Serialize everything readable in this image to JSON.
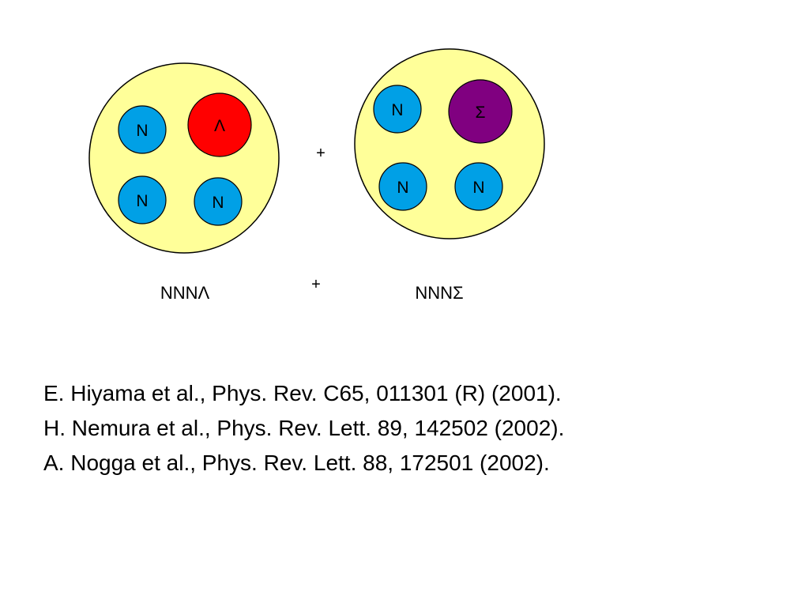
{
  "colors": {
    "background": "#ffffff",
    "cluster_fill": "#ffff99",
    "nucleon_fill": "#00a0e6",
    "lambda_fill": "#ff0000",
    "sigma_fill": "#800080",
    "stroke": "#000000"
  },
  "diagram": {
    "clusters": [
      {
        "particles": [
          {
            "symbol": "N",
            "type": "nucleon"
          },
          {
            "symbol": "Λ",
            "type": "lambda"
          },
          {
            "symbol": "N",
            "type": "nucleon"
          },
          {
            "symbol": "N",
            "type": "nucleon"
          }
        ],
        "label": "NNNΛ"
      },
      {
        "particles": [
          {
            "symbol": "N",
            "type": "nucleon"
          },
          {
            "symbol": "Σ",
            "type": "sigma"
          },
          {
            "symbol": "N",
            "type": "nucleon"
          },
          {
            "symbol": "N",
            "type": "nucleon"
          }
        ],
        "label": "NNNΣ"
      }
    ],
    "operator_top": "+",
    "operator_bottom": "+"
  },
  "references": [
    "E. Hiyama et al., Phys. Rev. C65, 011301 (R) (2001).",
    "H. Nemura et al., Phys. Rev. Lett. 89, 142502 (2002).",
    "A. Nogga et al., Phys. Rev. Lett. 88, 172501 (2002)."
  ]
}
